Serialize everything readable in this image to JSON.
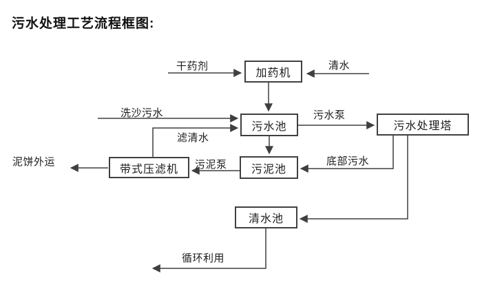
{
  "title": "污水处理工艺流程框图:",
  "diagram": {
    "nodes": {
      "dosing_machine": "加药机",
      "sewage_pool": "污水池",
      "treatment_tower": "污水处理塔",
      "belt_filter_press": "带式压滤机",
      "sludge_pool": "污泥池",
      "clean_water_pool": "清水池"
    },
    "edge_labels": {
      "dry_agent": "干药剂",
      "clean_water": "清水",
      "sand_washing_sewage": "洗沙污水",
      "filtered_water": "滤清水",
      "sewage_pump": "污水泵",
      "bottom_sewage": "底部污水",
      "sludge_pump": "污泥泵",
      "mud_cake_out": "泥饼外运",
      "recycling": "循环利用"
    },
    "colors": {
      "line": "#3f3f3f",
      "text": "#1c1c1c",
      "background": "#ffffff"
    }
  }
}
